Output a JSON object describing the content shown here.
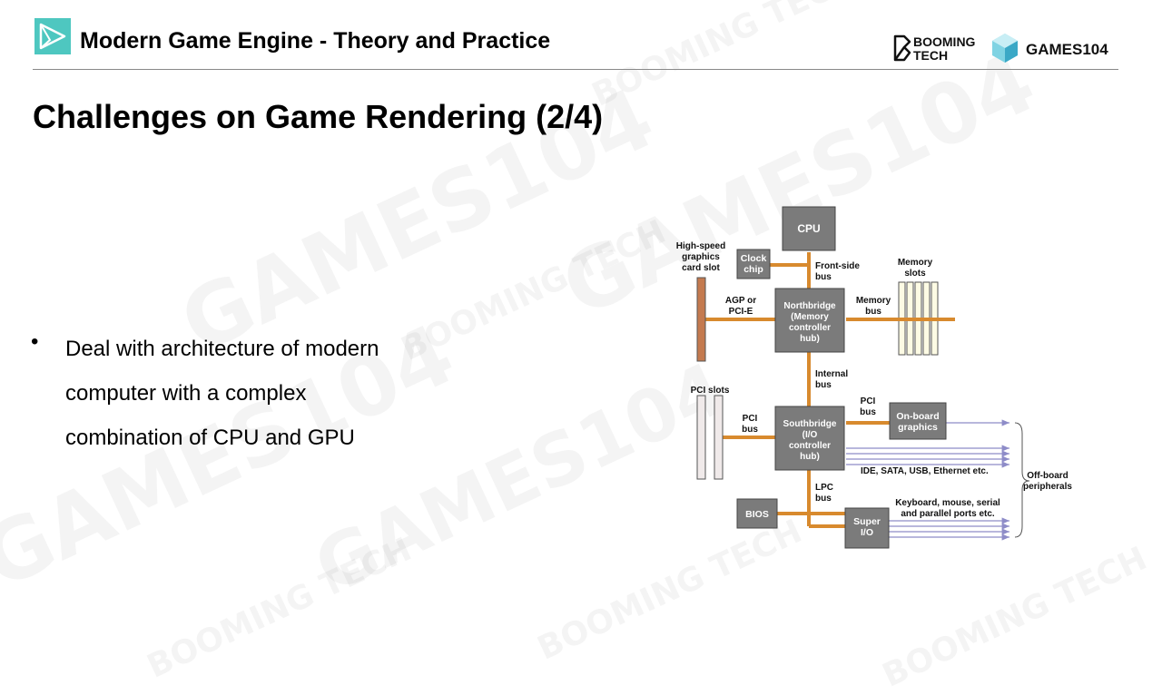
{
  "header": {
    "title": "Modern Game Engine - Theory and Practice",
    "brand_booming": [
      "BOOMING",
      "TECH"
    ],
    "brand_games": "GAMES104"
  },
  "slide": {
    "title": "Challenges on Game Rendering (2/4)",
    "bullet_symbol": "•",
    "bullet_lines": [
      "Deal with architecture of modern",
      "computer with a complex",
      "combination of CPU and GPU"
    ]
  },
  "watermark": {
    "games": "GAMES104",
    "booming": "BOOMING TECH"
  },
  "diagram": {
    "cpu": "CPU",
    "clock": [
      "Clock",
      "chip"
    ],
    "hs_graphics": [
      "High-speed",
      "graphics",
      "card slot"
    ],
    "front_side": [
      "Front-side",
      "bus"
    ],
    "memory_slots": [
      "Memory",
      "slots"
    ],
    "agp": [
      "AGP or",
      "PCI-E"
    ],
    "northbridge": [
      "Northbridge",
      "(Memory",
      "controller",
      "hub)"
    ],
    "memory_bus": [
      "Memory",
      "bus"
    ],
    "internal_bus": [
      "Internal",
      "bus"
    ],
    "pci_slots": "PCI slots",
    "pci_bus_left": [
      "PCI",
      "bus"
    ],
    "southbridge": [
      "Southbridge",
      "(I/O",
      "controller",
      "hub)"
    ],
    "pci_bus_right": [
      "PCI",
      "bus"
    ],
    "onboard": [
      "On-board",
      "graphics"
    ],
    "ide": "IDE, SATA, USB, Ethernet etc.",
    "offboard": [
      "Off-board",
      "peripherals"
    ],
    "lpc": [
      "LPC",
      "bus"
    ],
    "bios": "BIOS",
    "keyboard": [
      "Keyboard, mouse, serial",
      "and parallel ports etc."
    ],
    "superio": [
      "Super",
      "I/O"
    ]
  },
  "colors": {
    "accent": "#4ec7c0",
    "bus": "#d88a2e",
    "chip": "#7b7b7b",
    "slot": "#c47a4f",
    "memory_slot": "#fdfbe4",
    "arrow": "#8e8cc8"
  }
}
